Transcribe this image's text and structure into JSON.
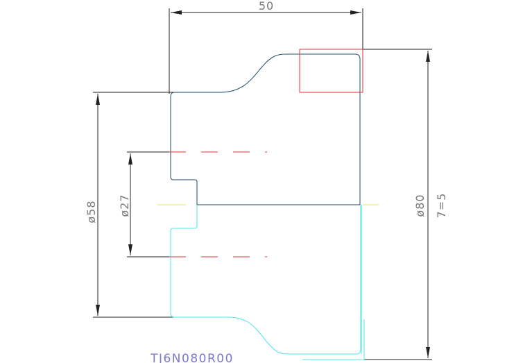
{
  "drawing": {
    "part_number": "TJ6N080R00",
    "dimensions": {
      "length": "50",
      "outer_diameter": "ø80",
      "flange_diameter": "ø58",
      "bore_diameter": "ø27",
      "count_note": "7=5"
    }
  },
  "colors": {
    "upper_outline": "#1e4f66",
    "lower_outline": "#4fe3ee",
    "hidden_lines": "#e0323a",
    "center_line": "#e8e04a",
    "dimension_lines": "#222222",
    "dimension_text": "#7a7a7a",
    "part_text": "#7b78c9"
  }
}
